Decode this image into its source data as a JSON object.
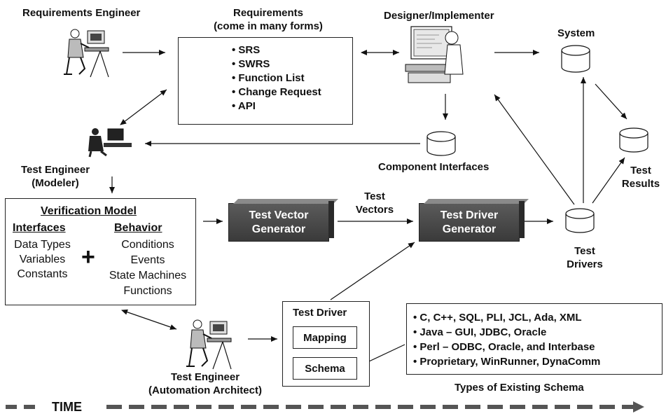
{
  "labels": {
    "req_engineer": "Requirements Engineer",
    "requirements_title_1": "Requirements",
    "requirements_title_2": "(come in many forms)",
    "designer": "Designer/Implementer",
    "system": "System",
    "test_engineer_modeler_1": "Test Engineer",
    "test_engineer_modeler_2": "(Modeler)",
    "component_interfaces": "Component Interfaces",
    "test_results_1": "Test",
    "test_results_2": "Results",
    "test_vectors_1": "Test",
    "test_vectors_2": "Vectors",
    "test_drivers_1": "Test",
    "test_drivers_2": "Drivers",
    "test_engineer_arch_1": "Test Engineer",
    "test_engineer_arch_2": "(Automation Architect)",
    "types_schema": "Types of Existing Schema",
    "time": "TIME"
  },
  "requirements_items": [
    "SRS",
    "SWRS",
    "Function List",
    "Change Request",
    "API"
  ],
  "verification_model": {
    "title": "Verification Model",
    "interfaces_heading": "Interfaces",
    "interfaces": [
      "Data Types",
      "Variables",
      "Constants"
    ],
    "plus": "+",
    "behavior_heading": "Behavior",
    "behavior": [
      "Conditions",
      "Events",
      "State Machines",
      "Functions"
    ]
  },
  "generators": {
    "vector_1": "Test Vector",
    "vector_2": "Generator",
    "driver_1": "Test Driver",
    "driver_2": "Generator"
  },
  "test_driver_box": {
    "title": "Test Driver",
    "mapping": "Mapping",
    "schema": "Schema"
  },
  "schema_types": [
    "C, C++, SQL, PLI, JCL, Ada, XML",
    "Java – GUI, JDBC, Oracle",
    "Perl – ODBC, Oracle, and Interbase",
    "Proprietary, WinRunner, DynaComm"
  ],
  "icons": [
    "person-at-computer-icon",
    "open-book-icon",
    "cylinder-database-icon",
    "designer-monitor-icon"
  ]
}
